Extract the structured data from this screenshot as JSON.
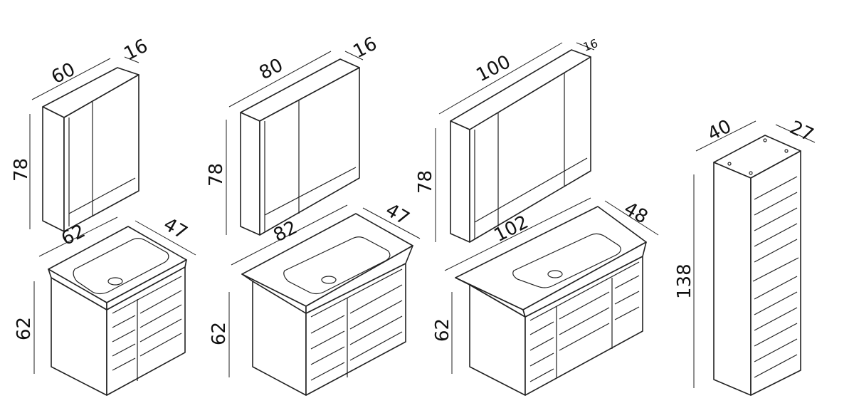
{
  "mirror_cabinets": [
    {
      "width": "60",
      "depth": "16",
      "height": "78"
    },
    {
      "width": "80",
      "depth": "16",
      "height": "78"
    },
    {
      "width": "100",
      "depth": "16",
      "height": "78"
    }
  ],
  "vanities": [
    {
      "width": "62",
      "depth": "47",
      "height": "62"
    },
    {
      "width": "82",
      "depth": "47",
      "height": "62"
    },
    {
      "width": "102",
      "depth": "48",
      "height": "62"
    }
  ],
  "tall_cabinet": {
    "width": "40",
    "depth": "27",
    "height": "138"
  }
}
